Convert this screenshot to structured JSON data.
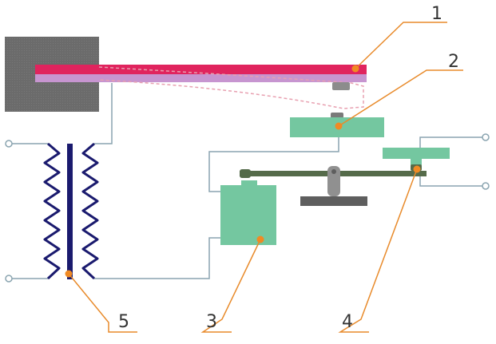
{
  "callouts": [
    {
      "number": "1"
    },
    {
      "number": "2"
    },
    {
      "number": "3"
    },
    {
      "number": "4"
    },
    {
      "number": "5"
    }
  ],
  "colors": {
    "background": "#ffffff",
    "support_block": "#6b6b6b",
    "bimetal_top": "#e0245e",
    "bimetal_bottom": "#c795d0",
    "contact_block": "#74c7a0",
    "lever": "#556b4a",
    "base": "#5e5e5e",
    "winding": "#1a1a6e",
    "wire": "#8aa4b0",
    "callout_line": "#e88a2a",
    "callout_dot": "#f08a24",
    "terminal": "#ffffff"
  }
}
